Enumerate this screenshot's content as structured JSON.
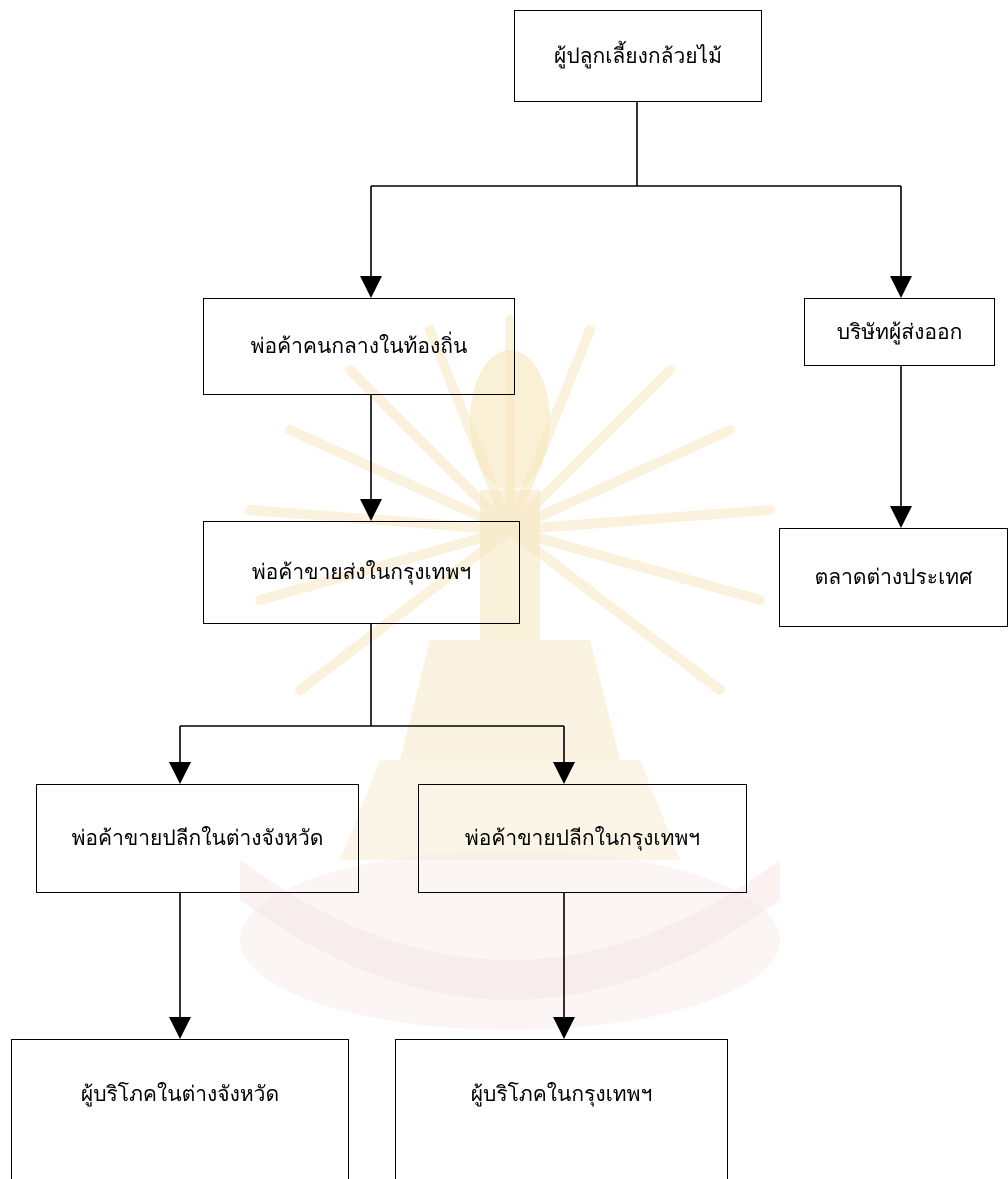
{
  "diagram": {
    "nodes": {
      "grower": "ผู้ปลูกเลี้ยงกล้วยไม้",
      "local_middleman": "พ่อค้าคนกลางในท้องถิ่น",
      "exporter": "บริษัทผู้ส่งออก",
      "bkk_wholesaler": "พ่อค้าขายส่งในกรุงเทพฯ",
      "foreign_market": "ตลาดต่างประเทศ",
      "prov_retailer": "พ่อค้าขายปลีกในต่างจังหวัด",
      "bkk_retailer": "พ่อค้าขายปลีกในกรุงเทพฯ",
      "prov_consumer": "ผู้บริโภคในต่างจังหวัด",
      "bkk_consumer": "ผู้บริโภคในกรุงเทพฯ"
    },
    "line_color": "#000000",
    "watermark_color": "#f2dba0"
  }
}
